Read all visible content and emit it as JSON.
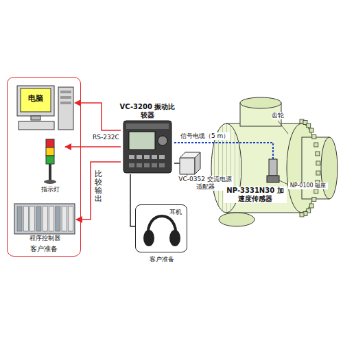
{
  "diagram": {
    "nodes": [
      {
        "text": [
          "客户准备"
        ]
      },
      {
        "text": [
          "电脑"
        ],
        "in": 0
      },
      {
        "text": [
          "指示灯"
        ],
        "in": 0
      },
      {
        "text": [
          "程序控制器"
        ],
        "in": 0
      },
      {
        "text": [
          "VC-3200 振动比较器"
        ]
      },
      {
        "text": [
          "VC-0352 交流电源适配器"
        ]
      },
      {
        "text": [
          "耳机",
          "客户准备"
        ]
      },
      {
        "text": [
          "NP-3331N30 加速度传感器"
        ]
      },
      {
        "text": [
          "NP-0100 磁座"
        ]
      }
    ],
    "edges": [
      {
        "from": 4,
        "to": 1,
        "label": "RS-232C",
        "arrow": "to"
      },
      {
        "from": 4,
        "to": 2,
        "arrow": "to"
      },
      {
        "from": 4,
        "to": 3,
        "label": "比较输出",
        "arrow": "to"
      },
      {
        "from": 4,
        "to": 7,
        "label": "信号电缆（5 m）",
        "arrow": "none"
      },
      {
        "from": 5,
        "to": 4,
        "arrow": "none"
      },
      {
        "from": 4,
        "to": 6,
        "arrow": "none"
      }
    ],
    "labels": [
      "齿轮"
    ]
  }
}
